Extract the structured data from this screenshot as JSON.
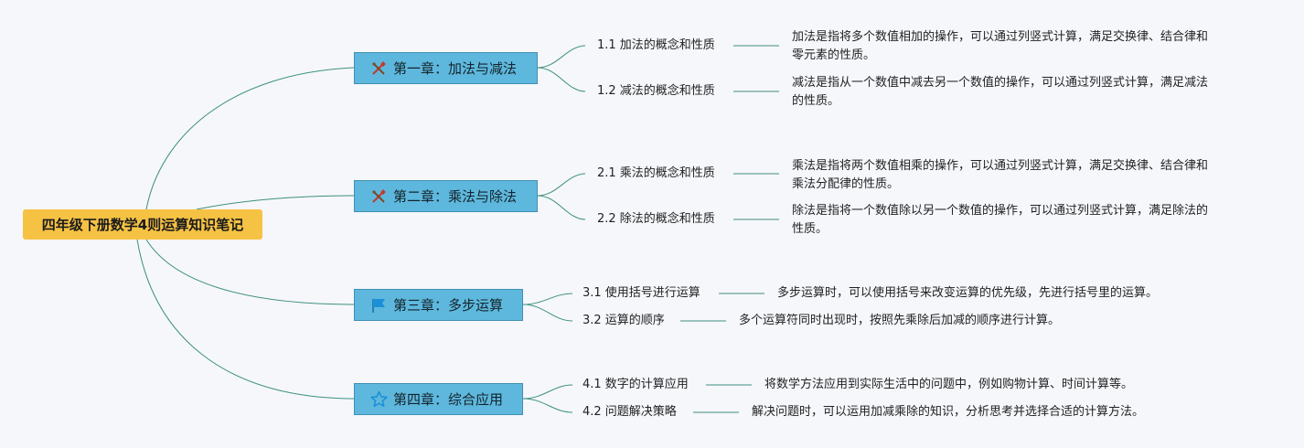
{
  "root": {
    "label": "四年级下册数学4则运算知识笔记"
  },
  "chapters": [
    {
      "label": "第一章：加法与减法",
      "icon": "tools-icon",
      "sections": [
        {
          "label": "1.1 加法的概念和性质",
          "desc_lines": [
            "加法是指将多个数值相加的操作，可以通过列竖式计算，满足交换律、结合律和",
            "零元素的性质。"
          ]
        },
        {
          "label": "1.2 减法的概念和性质",
          "desc_lines": [
            "减法是指从一个数值中减去另一个数值的操作，可以通过列竖式计算，满足减法",
            "的性质。"
          ]
        }
      ]
    },
    {
      "label": "第二章：乘法与除法",
      "icon": "tools-icon",
      "sections": [
        {
          "label": "2.1 乘法的概念和性质",
          "desc_lines": [
            "乘法是指将两个数值相乘的操作，可以通过列竖式计算，满足交换律、结合律和",
            "乘法分配律的性质。"
          ]
        },
        {
          "label": "2.2 除法的概念和性质",
          "desc_lines": [
            "除法是指将一个数值除以另一个数值的操作，可以通过列竖式计算，满足除法的",
            "性质。"
          ]
        }
      ]
    },
    {
      "label": "第三章：多步运算",
      "icon": "flag-icon",
      "sections": [
        {
          "label": "3.1 使用括号进行运算",
          "desc_lines": [
            "多步运算时，可以使用括号来改变运算的优先级，先进行括号里的运算。"
          ]
        },
        {
          "label": "3.2 运算的顺序",
          "desc_lines": [
            "多个运算符同时出现时，按照先乘除后加减的顺序进行计算。"
          ]
        }
      ]
    },
    {
      "label": "第四章：综合应用",
      "icon": "star-icon",
      "sections": [
        {
          "label": "4.1 数字的计算应用",
          "desc_lines": [
            "将数学方法应用到实际生活中的问题中，例如购物计算、时间计算等。"
          ]
        },
        {
          "label": "4.2 问题解决策略",
          "desc_lines": [
            "解决问题时，可以运用加减乘除的知识，分析思考并选择合适的计算方法。"
          ]
        }
      ]
    }
  ],
  "colors": {
    "root_fill": "#f6c244",
    "chapter_fill": "#5eb8dd",
    "edge": "#3f8f7f",
    "icon_tools": "#c0392b",
    "icon_flag": "#1b8fd8",
    "icon_star": "#1b8fd8"
  }
}
